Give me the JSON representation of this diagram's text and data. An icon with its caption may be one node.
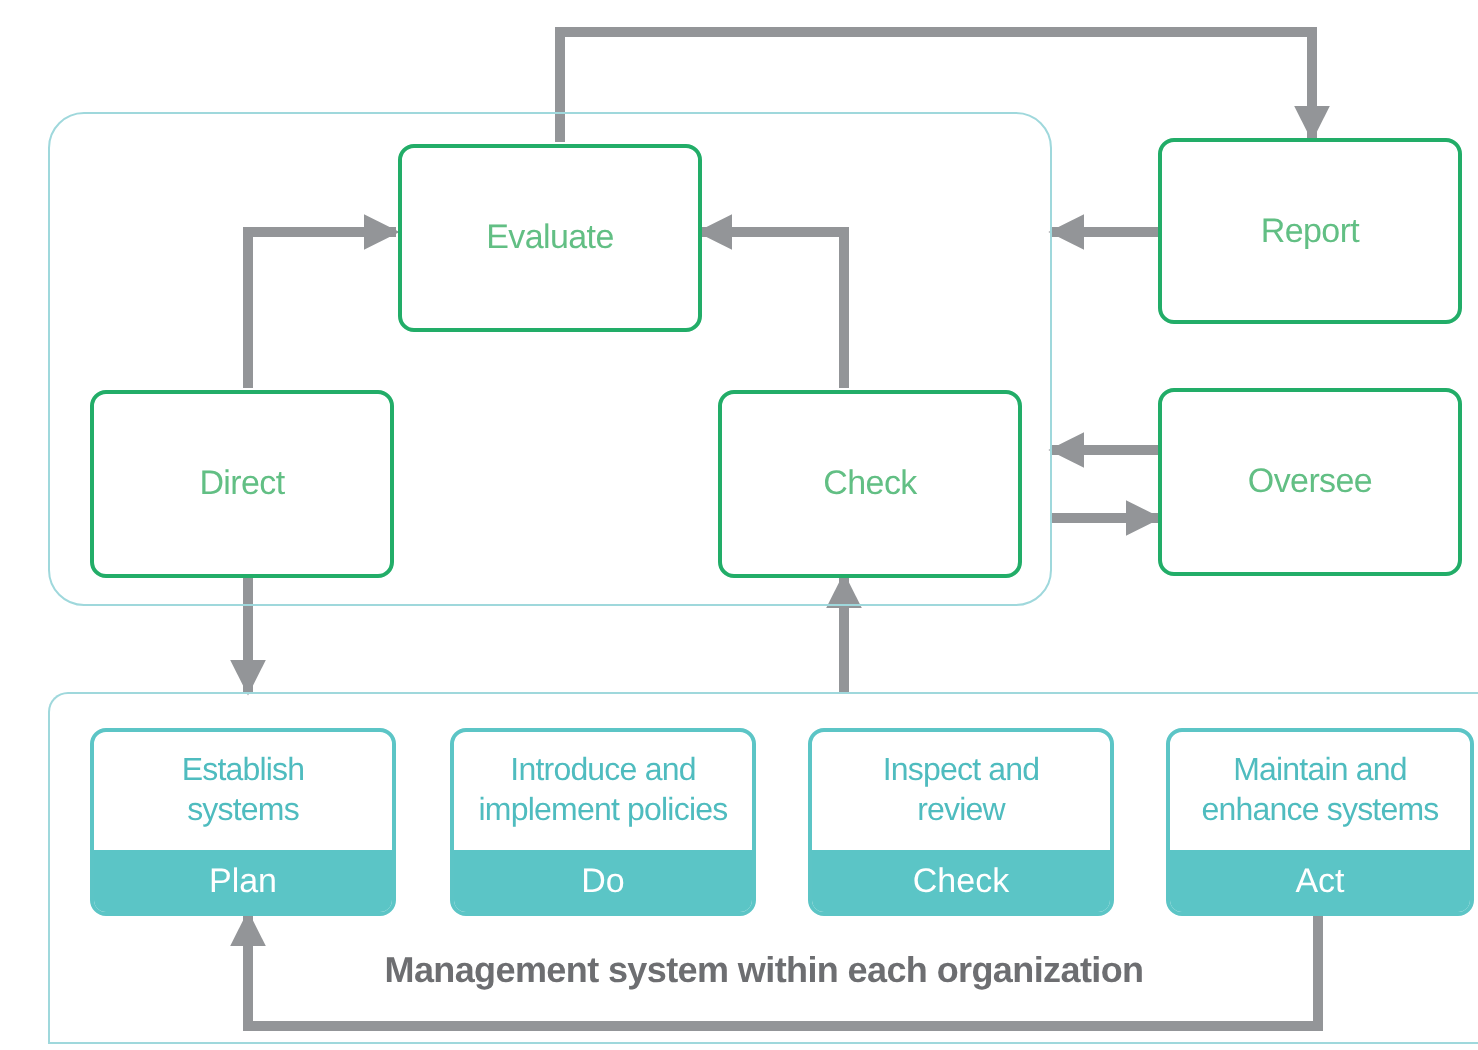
{
  "diagram": {
    "nodes": [
      {
        "text": [],
        "shape": "box"
      },
      {
        "text": [
          "Evaluate"
        ],
        "in": 0
      },
      {
        "text": [
          "Direct"
        ],
        "in": 0
      },
      {
        "text": [
          "Check"
        ],
        "in": 0
      },
      {
        "text": [
          "Report"
        ]
      },
      {
        "text": [
          "Oversee"
        ]
      },
      {
        "text": [
          "Management system within each organization"
        ]
      },
      {
        "text": [
          "Establish systems",
          "Plan"
        ],
        "in": 6
      },
      {
        "text": [
          "Introduce and implement policies",
          "Do"
        ],
        "in": 6
      },
      {
        "text": [
          "Inspect and review",
          "Check"
        ],
        "in": 6
      },
      {
        "text": [
          "Maintain and enhance systems",
          "Act"
        ],
        "in": 6
      }
    ],
    "edges": [
      {
        "from": 2,
        "to": 1,
        "arrow": "to"
      },
      {
        "from": 3,
        "to": 1,
        "arrow": "to"
      },
      {
        "from": 1,
        "to": 4,
        "arrow": "to"
      },
      {
        "from": 4,
        "to": 0,
        "arrow": "to"
      },
      {
        "from": 5,
        "to": 0,
        "arrow": "to"
      },
      {
        "from": 0,
        "to": 5,
        "arrow": "to"
      },
      {
        "from": 2,
        "to": 6,
        "arrow": "to"
      },
      {
        "from": 6,
        "to": 3,
        "arrow": "to"
      },
      {
        "from": 10,
        "to": 7,
        "arrow": "to"
      }
    ]
  }
}
